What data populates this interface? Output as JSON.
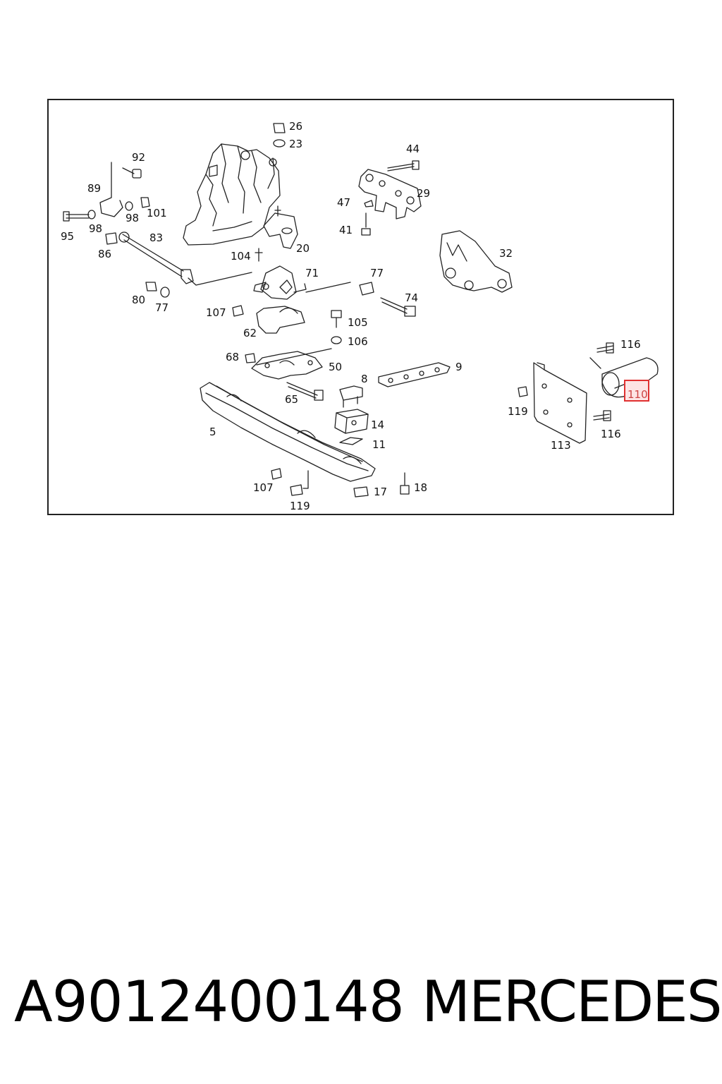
{
  "diagram": {
    "callouts": [
      {
        "id": "26",
        "label": "26"
      },
      {
        "id": "23",
        "label": "23"
      },
      {
        "id": "44",
        "label": "44"
      },
      {
        "id": "92",
        "label": "92"
      },
      {
        "id": "89",
        "label": "89"
      },
      {
        "id": "29",
        "label": "29"
      },
      {
        "id": "47",
        "label": "47"
      },
      {
        "id": "98a",
        "label": "98"
      },
      {
        "id": "101",
        "label": "101"
      },
      {
        "id": "95",
        "label": "95"
      },
      {
        "id": "98b",
        "label": "98"
      },
      {
        "id": "83",
        "label": "83"
      },
      {
        "id": "41",
        "label": "41"
      },
      {
        "id": "86",
        "label": "86"
      },
      {
        "id": "20",
        "label": "20"
      },
      {
        "id": "32",
        "label": "32"
      },
      {
        "id": "104",
        "label": "104"
      },
      {
        "id": "71",
        "label": "71"
      },
      {
        "id": "77a",
        "label": "77"
      },
      {
        "id": "80",
        "label": "80"
      },
      {
        "id": "77b",
        "label": "77"
      },
      {
        "id": "74",
        "label": "74"
      },
      {
        "id": "107a",
        "label": "107"
      },
      {
        "id": "105",
        "label": "105"
      },
      {
        "id": "62",
        "label": "62"
      },
      {
        "id": "106",
        "label": "106"
      },
      {
        "id": "116a",
        "label": "116"
      },
      {
        "id": "68",
        "label": "68"
      },
      {
        "id": "50",
        "label": "50"
      },
      {
        "id": "9",
        "label": "9"
      },
      {
        "id": "8",
        "label": "8"
      },
      {
        "id": "110",
        "label": "110"
      },
      {
        "id": "65",
        "label": "65"
      },
      {
        "id": "119a",
        "label": "119"
      },
      {
        "id": "14",
        "label": "14"
      },
      {
        "id": "116b",
        "label": "116"
      },
      {
        "id": "5",
        "label": "5"
      },
      {
        "id": "11",
        "label": "11"
      },
      {
        "id": "113",
        "label": "113"
      },
      {
        "id": "107b",
        "label": "107"
      },
      {
        "id": "17",
        "label": "17"
      },
      {
        "id": "18",
        "label": "18"
      },
      {
        "id": "119b",
        "label": "119"
      }
    ],
    "highlighted_callout": "110",
    "highlight_color": "#e03030"
  },
  "footer": {
    "part_number": "A9012400148",
    "brand": "MERCEDES"
  }
}
